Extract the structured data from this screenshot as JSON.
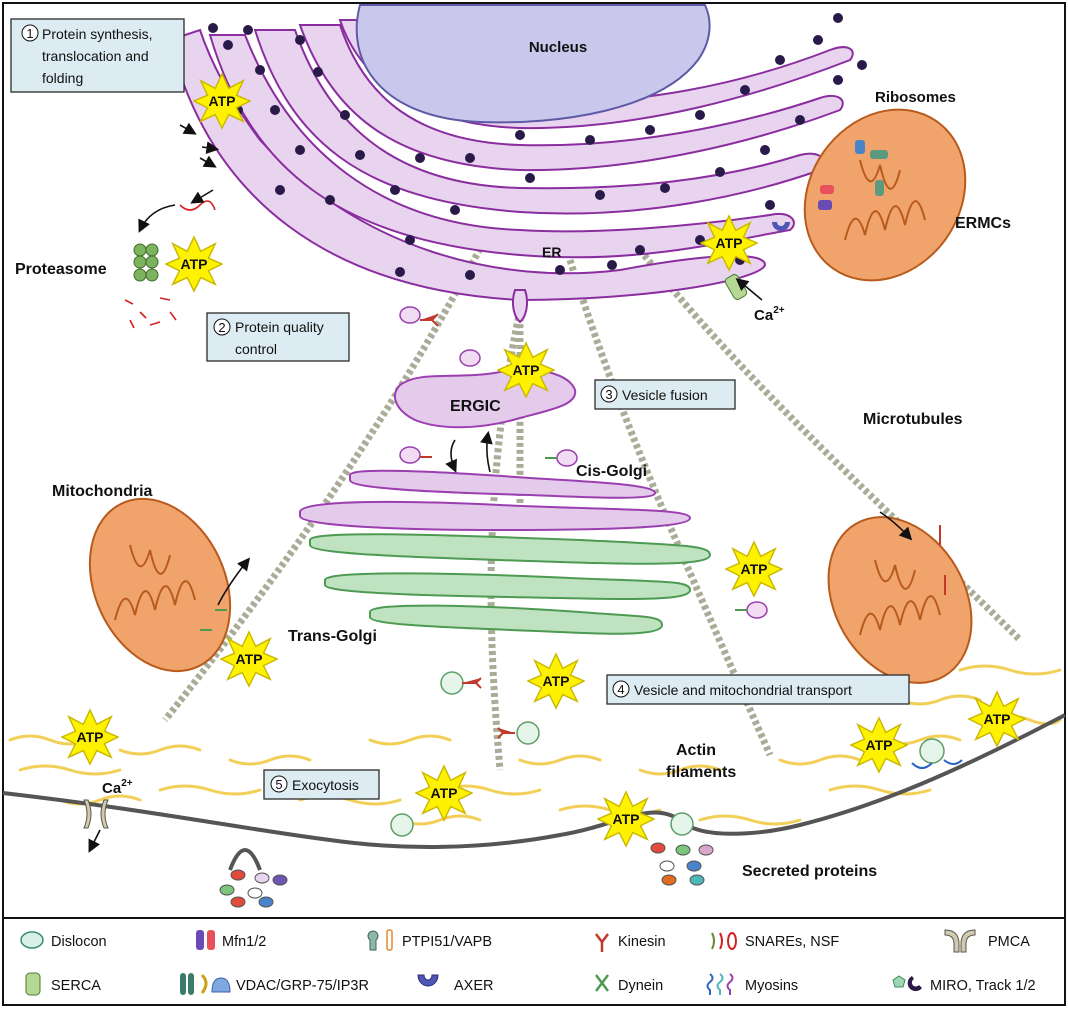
{
  "labels": {
    "nucleus": "Nucleus",
    "ribosomes": "Ribosomes",
    "er": "ER",
    "ermcs": "ERMCs",
    "proteasome": "Proteasome",
    "ergic": "ERGIC",
    "microtubules": "Microtubules",
    "mitochondria": "Mitochondria",
    "cis_golgi": "Cis-Golgi",
    "trans_golgi": "Trans-Golgi",
    "actin_line1": "Actin",
    "actin_line2": "filaments",
    "secreted": "Secreted proteins",
    "ca_top_base": "Ca",
    "ca_top_sup": "2+",
    "ca_bottom_base": "Ca",
    "ca_bottom_sup": "2+",
    "atp": "ATP"
  },
  "steps": [
    {
      "number": "1",
      "lines": [
        "Protein synthesis,",
        "translocation  and",
        "folding"
      ]
    },
    {
      "number": "2",
      "lines": [
        "Protein quality",
        "control"
      ]
    },
    {
      "number": "3",
      "lines": [
        "Vesicle fusion"
      ]
    },
    {
      "number": "4",
      "lines": [
        "Vesicle and mitochondrial transport"
      ]
    },
    {
      "number": "5",
      "lines": [
        "Exocytosis"
      ]
    }
  ],
  "legend": [
    {
      "icon": "dislocon-icon",
      "label": "Dislocon"
    },
    {
      "icon": "mfn-icon",
      "label": "Mfn1/2"
    },
    {
      "icon": "ptpip51-vapb-icon",
      "label": "PTPI51/VAPB"
    },
    {
      "icon": "kinesin-icon",
      "label": "Kinesin"
    },
    {
      "icon": "snares-nsf-icon",
      "label": "SNAREs, NSF"
    },
    {
      "icon": "pmca-icon",
      "label": "PMCA"
    },
    {
      "icon": "serca-icon",
      "label": "SERCA"
    },
    {
      "icon": "vdac-icon",
      "label": "VDAC/GRP-75/IP3R"
    },
    {
      "icon": "axer-icon",
      "label": "AXER"
    },
    {
      "icon": "dynein-icon",
      "label": "Dynein"
    },
    {
      "icon": "myosins-icon",
      "label": "Myosins"
    },
    {
      "icon": "miro-icon",
      "label": "MIRO, Track 1/2"
    }
  ],
  "colors": {
    "er": "#e9d4ef",
    "er_stroke": "#8a2e9f",
    "nucleus": "#c9c8ec",
    "mitochondria": "#f0a46b",
    "trans_golgi": "#bfe3c0",
    "atp": "#fff200",
    "step_box": "#dcecf2",
    "actin": "#f2cf57",
    "microtubule": "#a9ad98",
    "kinesin": "#c0392b",
    "dynein": "#4e9a52"
  }
}
